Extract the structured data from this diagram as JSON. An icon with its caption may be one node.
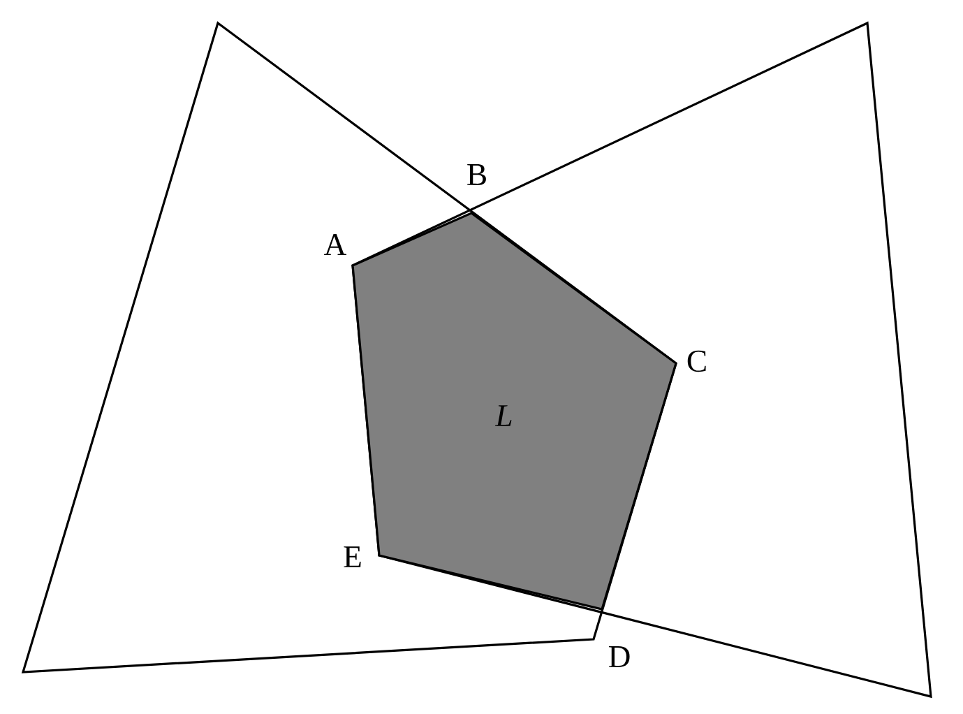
{
  "diagram": {
    "nodes": [
      {
        "text": [
          "L"
        ]
      }
    ],
    "labels": [
      "B",
      "A",
      "C",
      "E",
      "D"
    ]
  }
}
